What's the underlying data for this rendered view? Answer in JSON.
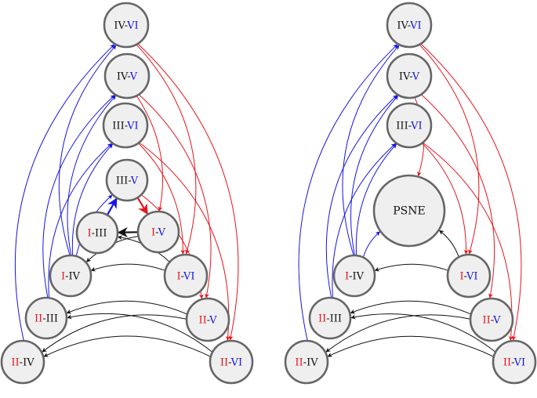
{
  "colors": {
    "red": "#e8141c",
    "blue": "#1414e6",
    "black": "#111111",
    "node_fill": "#efefef",
    "node_stroke": "#666666"
  },
  "diagrams": [
    {
      "id": "left",
      "nodes": [
        {
          "id": "IV-VI",
          "parts": [
            {
              "text": "IV",
              "color": "black"
            },
            {
              "text": "-",
              "color": "black"
            },
            {
              "text": "VI",
              "color": "blue"
            }
          ]
        },
        {
          "id": "IV-V",
          "parts": [
            {
              "text": "IV",
              "color": "black"
            },
            {
              "text": "-",
              "color": "black"
            },
            {
              "text": "V",
              "color": "blue"
            }
          ]
        },
        {
          "id": "III-VI",
          "parts": [
            {
              "text": "III",
              "color": "black"
            },
            {
              "text": "-",
              "color": "black"
            },
            {
              "text": "VI",
              "color": "blue"
            }
          ]
        },
        {
          "id": "III-V",
          "parts": [
            {
              "text": "III",
              "color": "black"
            },
            {
              "text": "-",
              "color": "black"
            },
            {
              "text": "V",
              "color": "blue"
            }
          ]
        },
        {
          "id": "I-III",
          "parts": [
            {
              "text": "I",
              "color": "red"
            },
            {
              "text": "-III",
              "color": "black"
            }
          ]
        },
        {
          "id": "I-V",
          "parts": [
            {
              "text": "I",
              "color": "red"
            },
            {
              "text": "-",
              "color": "black"
            },
            {
              "text": "V",
              "color": "blue"
            }
          ]
        },
        {
          "id": "I-IV",
          "parts": [
            {
              "text": "I",
              "color": "red"
            },
            {
              "text": "-IV",
              "color": "black"
            }
          ]
        },
        {
          "id": "I-VI",
          "parts": [
            {
              "text": "I",
              "color": "red"
            },
            {
              "text": "-",
              "color": "black"
            },
            {
              "text": "VI",
              "color": "blue"
            }
          ]
        },
        {
          "id": "II-III",
          "parts": [
            {
              "text": "II",
              "color": "red"
            },
            {
              "text": "-III",
              "color": "black"
            }
          ]
        },
        {
          "id": "II-V",
          "parts": [
            {
              "text": "II",
              "color": "red"
            },
            {
              "text": "-",
              "color": "black"
            },
            {
              "text": "V",
              "color": "blue"
            }
          ]
        },
        {
          "id": "II-IV",
          "parts": [
            {
              "text": "II",
              "color": "red"
            },
            {
              "text": "-IV",
              "color": "black"
            }
          ]
        },
        {
          "id": "II-VI",
          "parts": [
            {
              "text": "II",
              "color": "red"
            },
            {
              "text": "-",
              "color": "black"
            },
            {
              "text": "VI",
              "color": "blue"
            }
          ]
        }
      ],
      "edges": [
        {
          "from": "I-V",
          "to": "I-III",
          "color": "black",
          "bold": true
        },
        {
          "from": "I-III",
          "to": "III-V",
          "color": "blue",
          "bold": true
        },
        {
          "from": "III-V",
          "to": "I-V",
          "color": "red",
          "bold": true
        },
        {
          "from": "I-IV",
          "to": "III-V",
          "color": "blue"
        },
        {
          "from": "I-IV",
          "to": "III-VI",
          "color": "blue"
        },
        {
          "from": "I-IV",
          "to": "IV-V",
          "color": "blue"
        },
        {
          "from": "I-IV",
          "to": "IV-VI",
          "color": "blue"
        },
        {
          "from": "II-III",
          "to": "III-VI",
          "color": "blue"
        },
        {
          "from": "II-III",
          "to": "IV-V",
          "color": "blue"
        },
        {
          "from": "II-IV",
          "to": "IV-VI",
          "color": "blue"
        },
        {
          "from": "III-V",
          "to": "II-V",
          "color": "red"
        },
        {
          "from": "III-VI",
          "to": "I-VI",
          "color": "red"
        },
        {
          "from": "III-VI",
          "to": "II-VI",
          "color": "red"
        },
        {
          "from": "IV-V",
          "to": "I-V",
          "color": "red"
        },
        {
          "from": "IV-V",
          "to": "II-V",
          "color": "red"
        },
        {
          "from": "IV-VI",
          "to": "I-VI",
          "color": "red"
        },
        {
          "from": "IV-VI",
          "to": "II-VI",
          "color": "red"
        },
        {
          "from": "I-V",
          "to": "I-IV",
          "color": "black"
        },
        {
          "from": "I-VI",
          "to": "I-III",
          "color": "black"
        },
        {
          "from": "I-VI",
          "to": "I-IV",
          "color": "black"
        },
        {
          "from": "II-V",
          "to": "II-III",
          "color": "black"
        },
        {
          "from": "II-V",
          "to": "II-IV",
          "color": "black"
        },
        {
          "from": "II-VI",
          "to": "II-III",
          "color": "black"
        },
        {
          "from": "II-VI",
          "to": "II-IV",
          "color": "black"
        }
      ]
    },
    {
      "id": "right",
      "nodes": [
        {
          "id": "IV-VI",
          "parts": [
            {
              "text": "IV",
              "color": "black"
            },
            {
              "text": "-",
              "color": "black"
            },
            {
              "text": "VI",
              "color": "blue"
            }
          ]
        },
        {
          "id": "IV-V",
          "parts": [
            {
              "text": "IV",
              "color": "black"
            },
            {
              "text": "-",
              "color": "black"
            },
            {
              "text": "V",
              "color": "blue"
            }
          ]
        },
        {
          "id": "III-VI",
          "parts": [
            {
              "text": "III",
              "color": "black"
            },
            {
              "text": "-",
              "color": "black"
            },
            {
              "text": "VI",
              "color": "blue"
            }
          ]
        },
        {
          "id": "PSNE",
          "parts": [
            {
              "text": "PSNE",
              "color": "black"
            }
          ]
        },
        {
          "id": "I-IV",
          "parts": [
            {
              "text": "I",
              "color": "red"
            },
            {
              "text": "-IV",
              "color": "black"
            }
          ]
        },
        {
          "id": "I-VI",
          "parts": [
            {
              "text": "I",
              "color": "red"
            },
            {
              "text": "-",
              "color": "black"
            },
            {
              "text": "VI",
              "color": "blue"
            }
          ]
        },
        {
          "id": "II-III",
          "parts": [
            {
              "text": "II",
              "color": "red"
            },
            {
              "text": "-III",
              "color": "black"
            }
          ]
        },
        {
          "id": "II-V",
          "parts": [
            {
              "text": "II",
              "color": "red"
            },
            {
              "text": "-",
              "color": "black"
            },
            {
              "text": "V",
              "color": "blue"
            }
          ]
        },
        {
          "id": "II-IV",
          "parts": [
            {
              "text": "II",
              "color": "red"
            },
            {
              "text": "-IV",
              "color": "black"
            }
          ]
        },
        {
          "id": "II-VI",
          "parts": [
            {
              "text": "II",
              "color": "red"
            },
            {
              "text": "-",
              "color": "black"
            },
            {
              "text": "VI",
              "color": "blue"
            }
          ]
        }
      ],
      "edges": [
        {
          "from": "I-IV",
          "to": "PSNE",
          "color": "blue"
        },
        {
          "from": "I-IV",
          "to": "III-VI",
          "color": "blue"
        },
        {
          "from": "I-IV",
          "to": "IV-V",
          "color": "blue"
        },
        {
          "from": "I-IV",
          "to": "IV-VI",
          "color": "blue"
        },
        {
          "from": "II-III",
          "to": "III-VI",
          "color": "blue"
        },
        {
          "from": "II-III",
          "to": "IV-V",
          "color": "blue"
        },
        {
          "from": "II-IV",
          "to": "IV-VI",
          "color": "blue"
        },
        {
          "from": "IV-V",
          "to": "PSNE",
          "color": "red"
        },
        {
          "from": "IV-V",
          "to": "II-V",
          "color": "red"
        },
        {
          "from": "III-VI",
          "to": "I-VI",
          "color": "red"
        },
        {
          "from": "III-VI",
          "to": "II-VI",
          "color": "red"
        },
        {
          "from": "IV-VI",
          "to": "I-VI",
          "color": "red"
        },
        {
          "from": "IV-VI",
          "to": "II-VI",
          "color": "red"
        },
        {
          "from": "I-VI",
          "to": "PSNE",
          "color": "black"
        },
        {
          "from": "I-VI",
          "to": "I-IV",
          "color": "black"
        },
        {
          "from": "II-V",
          "to": "II-III",
          "color": "black"
        },
        {
          "from": "II-V",
          "to": "II-IV",
          "color": "black"
        },
        {
          "from": "II-VI",
          "to": "II-III",
          "color": "black"
        },
        {
          "from": "II-VI",
          "to": "II-IV",
          "color": "black"
        }
      ]
    }
  ]
}
